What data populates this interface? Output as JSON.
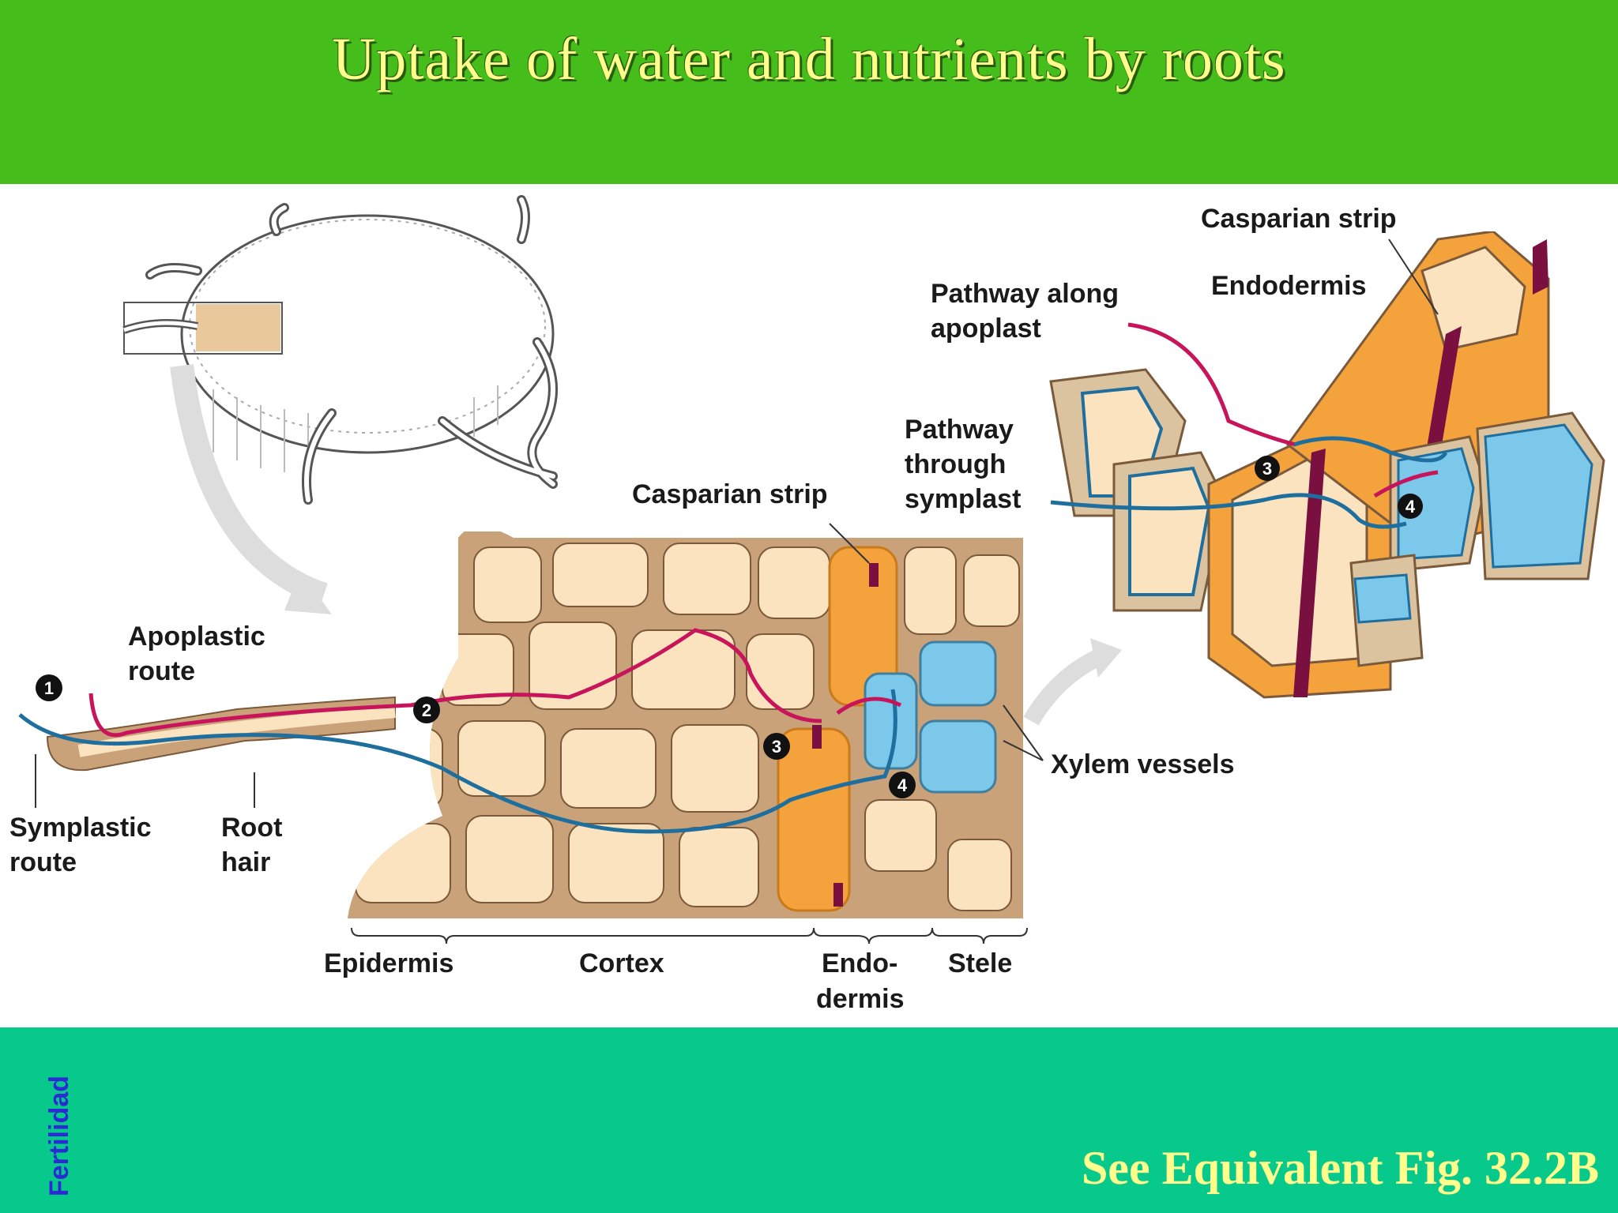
{
  "slide": {
    "title": "Uptake of water and nutrients by roots",
    "sidebar_text": "Fertilidad",
    "figure_reference": "See Equivalent Fig. 32.2B"
  },
  "diagram": {
    "labels": {
      "apoplastic_route": [
        "Apoplastic",
        "route"
      ],
      "symplastic_route": [
        "Symplastic",
        "route"
      ],
      "root_hair": [
        "Root",
        "hair"
      ],
      "casparian_strip_center": "Casparian strip",
      "casparian_strip_right": "Casparian strip",
      "endodermis_right": "Endodermis",
      "pathway_apoplast": [
        "Pathway along",
        "apoplast"
      ],
      "pathway_symplast": [
        "Pathway",
        "through",
        "symplast"
      ],
      "xylem_vessels": "Xylem vessels",
      "epidermis": "Epidermis",
      "cortex": "Cortex",
      "endodermis_bottom": [
        "Endo-",
        "dermis"
      ],
      "stele": "Stele"
    },
    "step_markers": [
      "1",
      "2",
      "3",
      "4"
    ],
    "colors": {
      "apoplast_path": "#C8145A",
      "symplast_path": "#1E6E9E",
      "cell_wall": "#C9A27A",
      "cell_interior": "#FBE3BF",
      "endodermis": "#F4A23C",
      "casparian_strip": "#7A1040",
      "xylem": "#7CC8EA"
    }
  }
}
